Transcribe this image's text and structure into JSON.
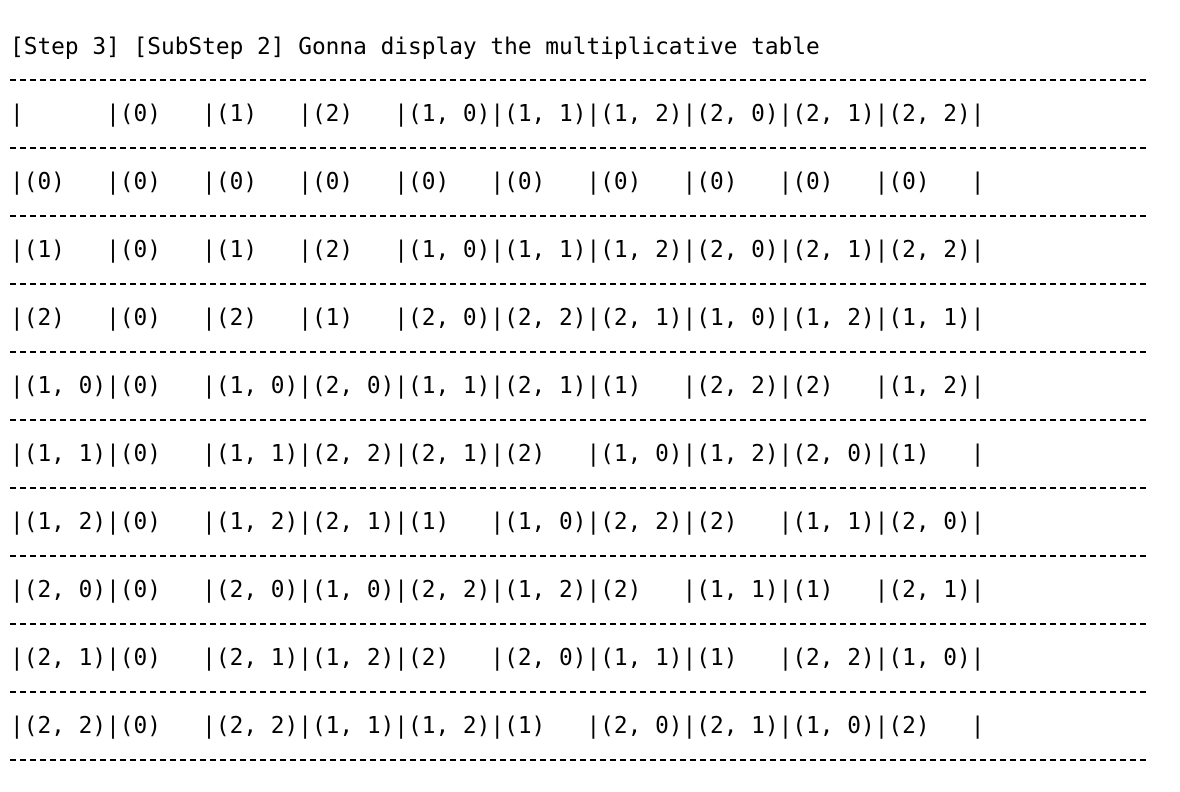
{
  "terminal": {
    "header_line": "[Step 3] [SubStep 2] Gonna display the multiplicative table",
    "rows": [
      "|      |(0)   |(1)   |(2)   |(1, 0)|(1, 1)|(1, 2)|(2, 0)|(2, 1)|(2, 2)|",
      "|(0)   |(0)   |(0)   |(0)   |(0)   |(0)   |(0)   |(0)   |(0)   |(0)   |",
      "|(1)   |(0)   |(1)   |(2)   |(1, 0)|(1, 1)|(1, 2)|(2, 0)|(2, 1)|(2, 2)|",
      "|(2)   |(0)   |(2)   |(1)   |(2, 0)|(2, 2)|(2, 1)|(1, 0)|(1, 2)|(1, 1)|",
      "|(1, 0)|(0)   |(1, 0)|(2, 0)|(1, 1)|(2, 1)|(1)   |(2, 2)|(2)   |(1, 2)|",
      "|(1, 1)|(0)   |(1, 1)|(2, 2)|(2, 1)|(2)   |(1, 0)|(1, 2)|(2, 0)|(1)   |",
      "|(1, 2)|(0)   |(1, 2)|(2, 1)|(1)   |(1, 0)|(2, 2)|(2)   |(1, 1)|(2, 0)|",
      "|(2, 0)|(0)   |(2, 0)|(1, 0)|(2, 2)|(1, 2)|(2)   |(1, 1)|(1)   |(2, 1)|",
      "|(2, 1)|(0)   |(2, 1)|(1, 2)|(2)   |(2, 0)|(1, 1)|(1)   |(2, 2)|(1, 0)|",
      "|(2, 2)|(0)   |(2, 2)|(1, 1)|(1, 2)|(1)   |(2, 0)|(2, 1)|(1, 0)|(2)   |"
    ]
  }
}
